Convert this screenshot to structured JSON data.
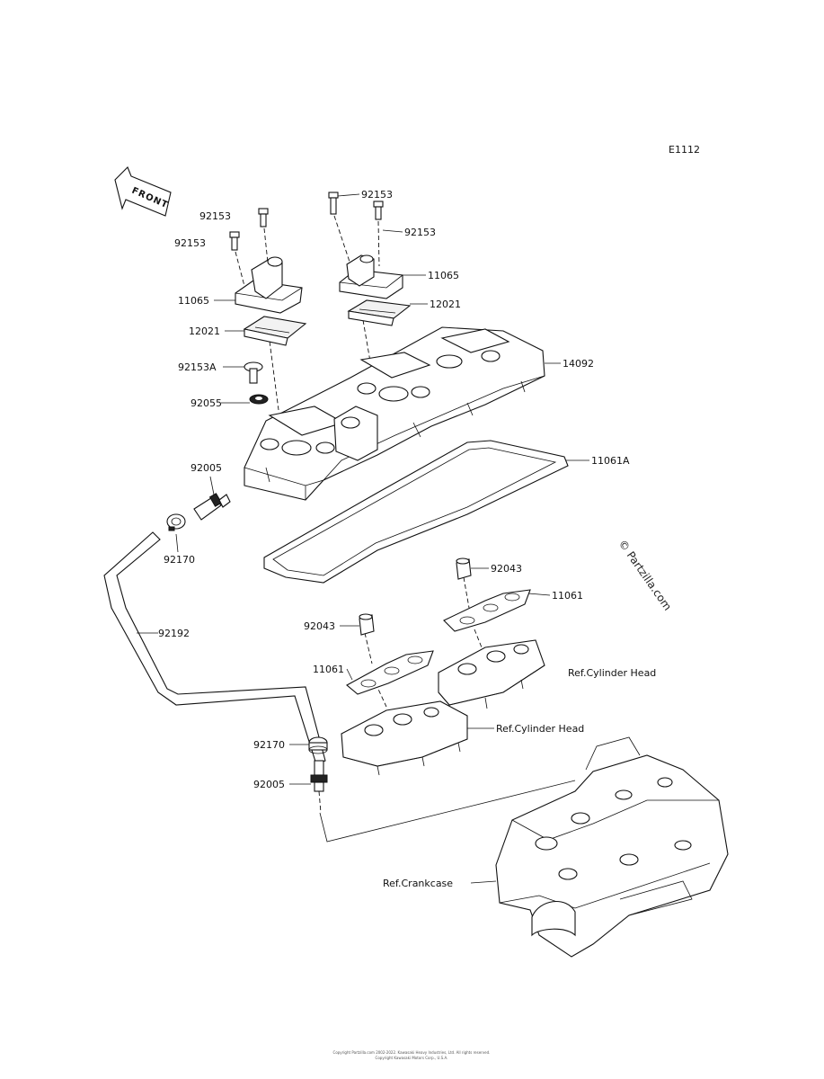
{
  "diagram_code": "E1112",
  "front_arrow": "FRONT",
  "watermark": "© Partzilla.com",
  "copyright_line1": "Copyright Partzilla.com 2002-2022. Kawasaki Heavy Industries, Ltd. All rights reserved.",
  "copyright_line2": "Copyright Kawasaki Motors Corp., U.S.A.",
  "labels": {
    "p92153_a": "92153",
    "p92153_b": "92153",
    "p92153_c": "92153",
    "p92153_d": "92153",
    "p11065_left": "11065",
    "p11065_right": "11065",
    "p12021_left": "12021",
    "p12021_right": "12021",
    "p14092": "14092",
    "p92153A": "92153A",
    "p92055": "92055",
    "p11061A": "11061A",
    "p92005_top": "92005",
    "p92170_top": "92170",
    "p92043_right": "92043",
    "p11061_right": "11061",
    "p92192": "92192",
    "p92043_left": "92043",
    "p11061_left": "11061",
    "ref_cyl_head_right": "Ref.Cylinder Head",
    "ref_cyl_head_center": "Ref.Cylinder Head",
    "p92170_bottom": "92170",
    "p92005_bottom": "92005",
    "ref_crankcase": "Ref.Crankcase"
  }
}
